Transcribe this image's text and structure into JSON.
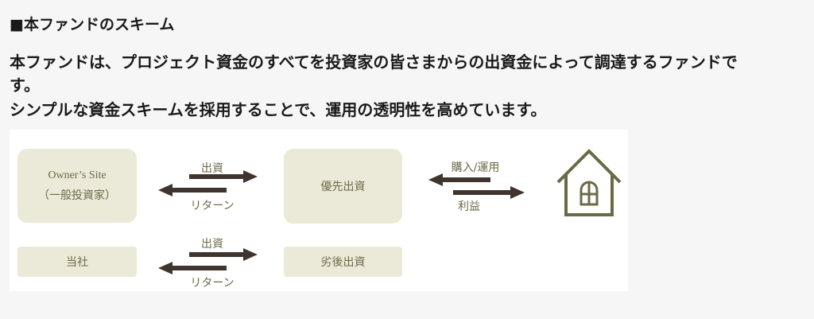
{
  "heading": "■本ファンドのスキーム",
  "paragraph": {
    "line1": "本ファンドは、プロジェクト資金のすべてを投資家の皆さまからの出資金によって調達するファンドで",
    "line2": "す。",
    "line3": "シンプルな資金スキームを採用することで、運用の透明性を高めています。"
  },
  "diagram": {
    "investor_box": {
      "line1": "Owner’s Site",
      "line2": "（一般投資家）"
    },
    "priority_box": "優先出資",
    "company_box": "当社",
    "subordinate_box": "劣後出資",
    "top_invest_label": "出資",
    "top_return_label": "リターン",
    "purchase_label": "購入/運用",
    "profit_label": "利益",
    "bottom_invest_label": "出資",
    "bottom_return_label": "リターン",
    "property_icon": "house-icon",
    "colors": {
      "box": "#ebe9d7",
      "text": "#6b6a47",
      "arrow": "#3f352e",
      "house": "#6b6a47"
    }
  }
}
